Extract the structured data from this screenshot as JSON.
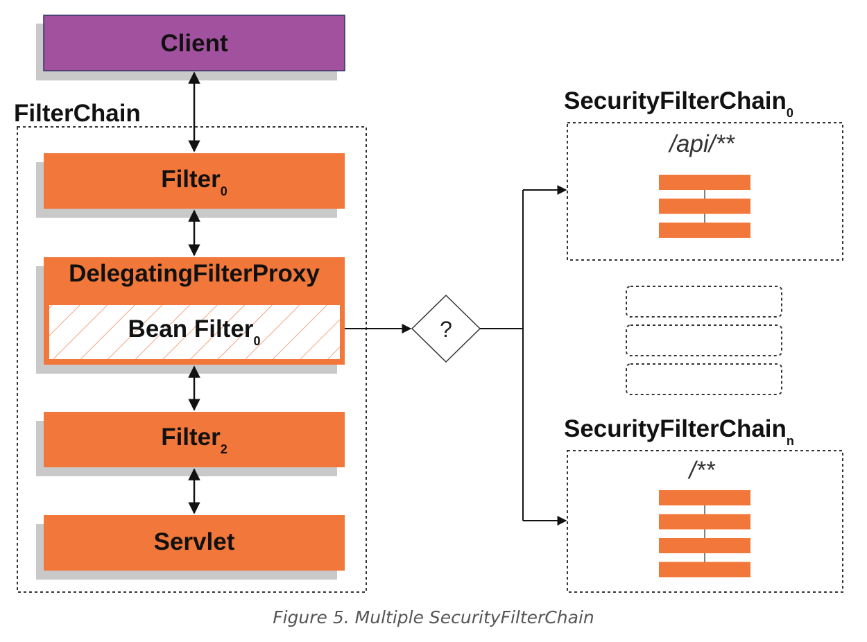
{
  "colors": {
    "client_fill": "#a2519f",
    "filter_fill": "#f2773a",
    "shadow": "#c9c9c9",
    "line": "#111111",
    "dashed": "#333333"
  },
  "diagram": {
    "client": "Client",
    "filter_chain_label": "FilterChain",
    "filter0": {
      "text": "Filter",
      "sub": "0"
    },
    "delegating_proxy": "DelegatingFilterProxy",
    "bean_filter": {
      "text": "Bean Filter",
      "sub": "0"
    },
    "filter2": {
      "text": "Filter",
      "sub": "2"
    },
    "servlet": "Servlet",
    "decision": "?",
    "chain0": {
      "title": "SecurityFilterChain",
      "sub": "0",
      "pattern": "/api/**",
      "filter_count": 3
    },
    "placeholder_count": 3,
    "chainn": {
      "title": "SecurityFilterChain",
      "sub": "n",
      "pattern": "/**",
      "filter_count": 4
    }
  },
  "caption": "Figure 5. Multiple SecurityFilterChain"
}
